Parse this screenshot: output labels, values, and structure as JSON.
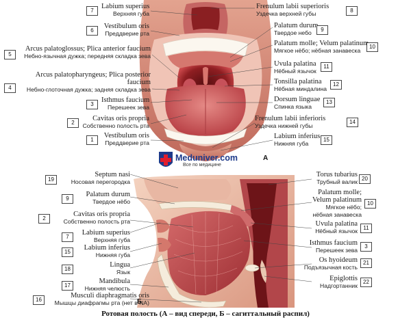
{
  "caption": "Ротовая полость (А – вид спереди, Б – сагиттальный распил)",
  "figure_a": "А",
  "figure_b": "Б",
  "logo": {
    "title": "Meduniver.com",
    "subtitle": "Все по медицине"
  },
  "labels_top": [
    {
      "n": "7",
      "lat": "Labium superius",
      "ru": "Верхняя губа"
    },
    {
      "n": "6",
      "lat": "Vestibulum oris",
      "ru": "Преддверие рта"
    },
    {
      "n": "5",
      "lat": "Arcus palatoglossus; Plica anterior faucium",
      "ru": "Небно-язычная дужка; передняя складка зева"
    },
    {
      "n": "4",
      "lat": "Arcus palatopharyngeus; Plica posterior faucium",
      "ru": "Небно-глоточная дужка; задняя складка зева"
    },
    {
      "n": "3",
      "lat": "Isthmus faucium",
      "ru": "Перешеек зева"
    },
    {
      "n": "2",
      "lat": "Cavitas oris propria",
      "ru": "Собственно полость рта"
    },
    {
      "n": "1",
      "lat": "Vestibulum oris",
      "ru": "Преддверие рта"
    },
    {
      "n": "8",
      "lat": "Frenulum labii superioris",
      "ru": "Уздечка верхней губы"
    },
    {
      "n": "9",
      "lat": "Palatum durum",
      "ru": "Твердое небо"
    },
    {
      "n": "10",
      "lat": "Palatum molle; Velum palatinum",
      "ru": "Мягкое нёбо; нёбная занавеска"
    },
    {
      "n": "11",
      "lat": "Uvula palatina",
      "ru": "Нёбный язычок"
    },
    {
      "n": "12",
      "lat": "Tonsilla palatina",
      "ru": "Нёбная миндалина"
    },
    {
      "n": "13",
      "lat": "Dorsum linguae",
      "ru": "Спинка языка"
    },
    {
      "n": "14",
      "lat": "Frenulum labii inferioris",
      "ru": "Уздечка нижней губы"
    },
    {
      "n": "15",
      "lat": "Labium inferius",
      "ru": "Нижняя губа"
    }
  ],
  "labels_bottom": [
    {
      "n": "19",
      "lat": "Septum nasi",
      "ru": "Носовая перегородка"
    },
    {
      "n": "9",
      "lat": "Palatum durum",
      "ru": "Твердое нёбо"
    },
    {
      "n": "2",
      "lat": "Cavitas oris propria",
      "ru": "Собственно полость рта"
    },
    {
      "n": "7",
      "lat": "Labium superius",
      "ru": "Верхняя губа"
    },
    {
      "n": "15",
      "lat": "Labium inferius",
      "ru": "Нижняя губа"
    },
    {
      "n": "18",
      "lat": "Lingua",
      "ru": "Язык"
    },
    {
      "n": "17",
      "lat": "Mandibula",
      "ru": "Нижняя челюсть"
    },
    {
      "n": "16",
      "lat": "Musculi diaphragmatis oris",
      "ru": "Мышцы диафрагмы рта (нет в NA)"
    },
    {
      "n": "20",
      "lat": "Torus tubarius",
      "ru": "Трубный валик"
    },
    {
      "n": "10",
      "lat": "Palatum molle; Velum palatinum",
      "ru": "Мягкое нёбо; нёбная занавеска"
    },
    {
      "n": "11",
      "lat": "Uvula palatina",
      "ru": "Нёбный язычок"
    },
    {
      "n": "3",
      "lat": "Isthmus faucium",
      "ru": "Перешеек зева"
    },
    {
      "n": "21",
      "lat": "Os hyoideum",
      "ru": "Подъязычная кость"
    },
    {
      "n": "22",
      "lat": "Epiglottis",
      "ru": "Надгортанник"
    }
  ]
}
